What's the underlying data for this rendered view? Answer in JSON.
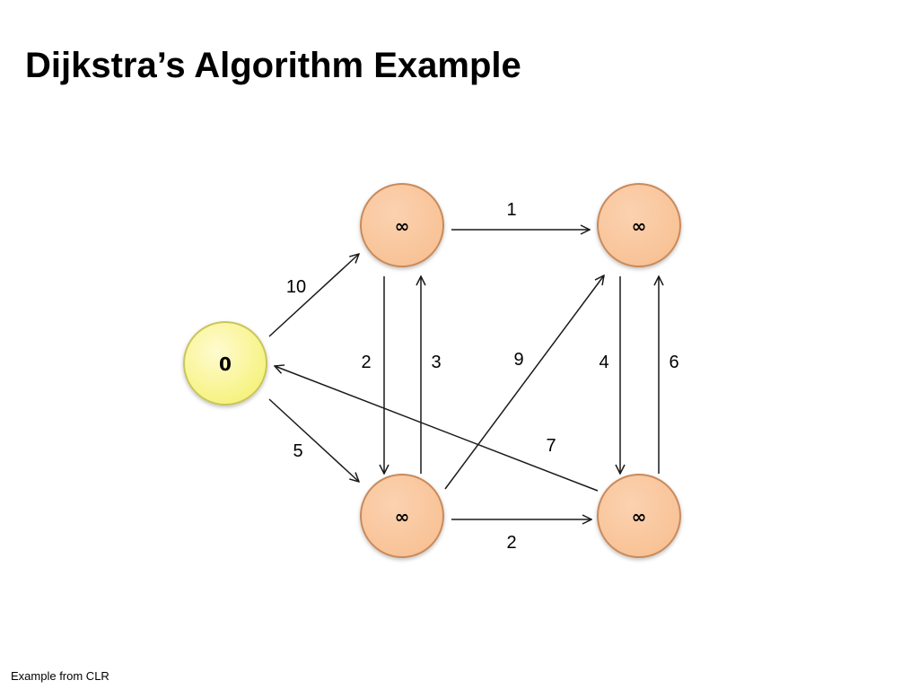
{
  "slide": {
    "title": "Dijkstra’s Algorithm Example",
    "footnote": "Example from CLR"
  },
  "colors": {
    "source_fill": "#f5f27a",
    "source_stroke": "#c9c55a",
    "node_fill": "#f8c194",
    "node_stroke": "#c98a5a",
    "edge": "#1a1a1a"
  },
  "graph": {
    "nodes": [
      {
        "id": "s",
        "label": "0"
      },
      {
        "id": "u",
        "label": "∞"
      },
      {
        "id": "v",
        "label": "∞"
      },
      {
        "id": "x",
        "label": "∞"
      },
      {
        "id": "y",
        "label": "∞"
      }
    ],
    "edges": [
      {
        "from": "s",
        "to": "u",
        "weight": "10"
      },
      {
        "from": "s",
        "to": "x",
        "weight": "5"
      },
      {
        "from": "u",
        "to": "v",
        "weight": "1"
      },
      {
        "from": "u",
        "to": "x",
        "weight": "2"
      },
      {
        "from": "x",
        "to": "u",
        "weight": "3"
      },
      {
        "from": "x",
        "to": "v",
        "weight": "9"
      },
      {
        "from": "x",
        "to": "y",
        "weight": "2"
      },
      {
        "from": "v",
        "to": "y",
        "weight": "4"
      },
      {
        "from": "y",
        "to": "v",
        "weight": "6"
      },
      {
        "from": "y",
        "to": "s",
        "weight": "7"
      }
    ]
  }
}
